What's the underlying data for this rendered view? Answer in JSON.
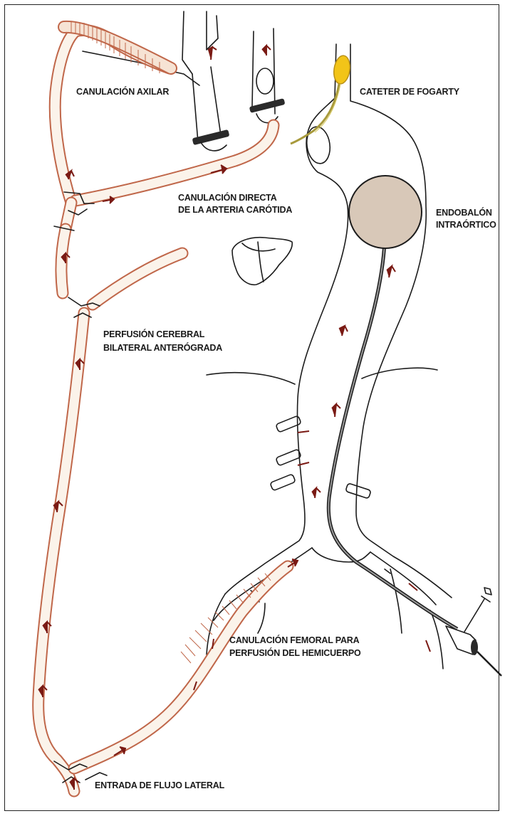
{
  "labels": {
    "axilar": "CANULACIÓN AXILAR",
    "carotida_1": "CANULACIÓN DIRECTA",
    "carotida_2": "DE LA ARTERIA CARÓTIDA",
    "fogarty": "CATETER DE FOGARTY",
    "endobalon_1": "ENDOBALÓN",
    "endobalon_2": "INTRAÓRTICO",
    "perfusion_1": "PERFUSIÓN CEREBRAL",
    "perfusion_2": "BILATERAL ANTERÓGRADA",
    "femoral_1": "CANULACIÓN FEMORAL PARA",
    "femoral_2": "PERFUSIÓN DEL HEMICUERPO",
    "entrada": "ENTRADA DE FLUJO LATERAL"
  },
  "colors": {
    "cannula_outline": "#c0674a",
    "cannula_fill": "#fbf3ea",
    "ink": "#1c1c1c",
    "flow_arrow": "#7a1a14",
    "balloon_fill": "#d8c8b8",
    "fogarty_tip": "#f2c418",
    "fogarty_wire": "#a89a3c"
  }
}
